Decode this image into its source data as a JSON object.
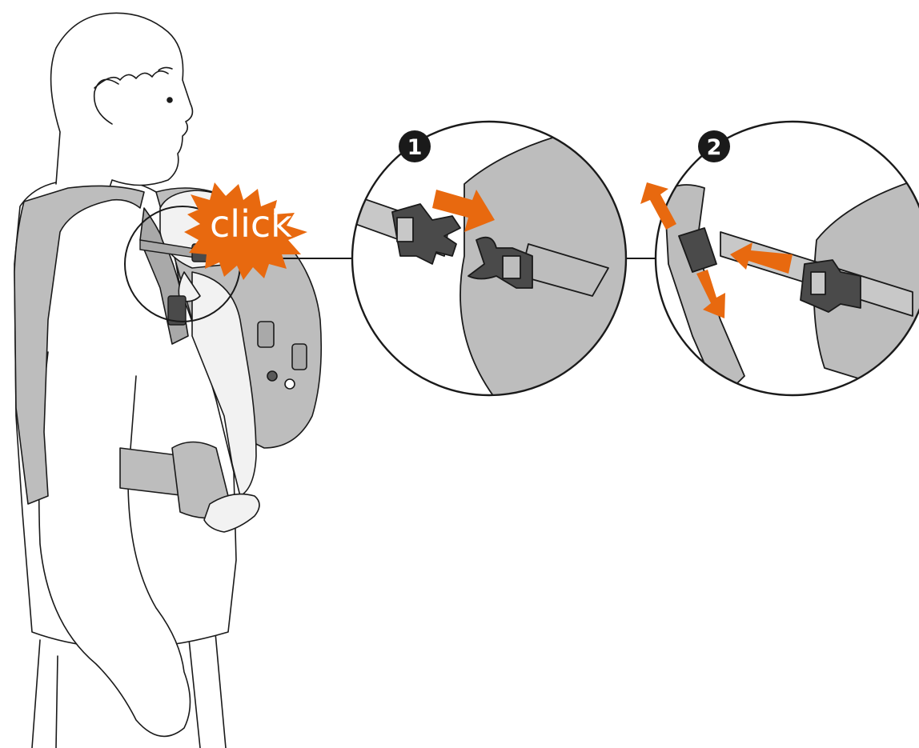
{
  "click_burst": {
    "label": "click"
  },
  "steps": [
    {
      "number": "1"
    },
    {
      "number": "2"
    }
  ],
  "colors": {
    "accent_orange": "#E8690F",
    "fabric_gray": "#BDBDBD",
    "fabric_dark": "#A9A9A9",
    "buckle_dark": "#4A4A4A",
    "line": "#1A1A1A",
    "skin_light": "#F2F2F2"
  },
  "icons": {
    "step_badge": "black-circle",
    "direction_arrow": "orange-arrow",
    "burst": "orange-starburst"
  }
}
